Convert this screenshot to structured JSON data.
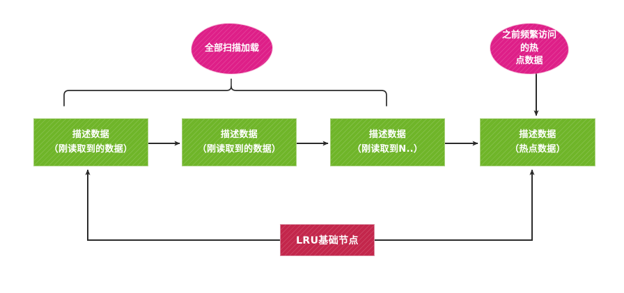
{
  "diagram": {
    "title": "LRU cache node flow",
    "colors": {
      "green": "#6fb529",
      "green_border": "#a9d07e",
      "pink": "#de1f88",
      "crimson": "#c3264b",
      "crimson_border": "#d98fa3",
      "line": "#2a2a2a",
      "background": "#ffffff",
      "text": "#ffffff"
    },
    "annotations": [
      {
        "id": "scan-load",
        "text": "全部扫描加载"
      },
      {
        "id": "hot-data",
        "text_line1": "之前频繁访问的热",
        "text_line2": "点数据"
      }
    ],
    "nodes": [
      {
        "id": "node-1",
        "line1": "描述数据",
        "line2": "（刚读取到的数据）"
      },
      {
        "id": "node-2",
        "line1": "描述数据",
        "line2": "（刚读取到的数据）"
      },
      {
        "id": "node-3",
        "line1": "描述数据",
        "line2": "（刚读取到N..）"
      },
      {
        "id": "node-4",
        "line1": "描述数据",
        "line2": "（热点数据）"
      }
    ],
    "base_node": {
      "id": "lru-base",
      "label": "LRU基础节点"
    },
    "connectors": [
      {
        "id": "brace-scan",
        "kind": "curly-brace",
        "from": "node-1..node-3",
        "to": "scan-load"
      },
      {
        "id": "arrow-hot-to-node4",
        "kind": "arrow",
        "from": "hot-data",
        "to": "node-4"
      },
      {
        "id": "arrow-1-2",
        "kind": "arrow",
        "from": "node-1",
        "to": "node-2"
      },
      {
        "id": "arrow-2-3",
        "kind": "arrow",
        "from": "node-2",
        "to": "node-3"
      },
      {
        "id": "arrow-3-4",
        "kind": "arrow",
        "from": "node-3",
        "to": "node-4"
      },
      {
        "id": "arrow-lru-left",
        "kind": "elbow-arrow",
        "from": "lru-base",
        "to": "node-1"
      },
      {
        "id": "arrow-lru-right",
        "kind": "elbow-arrow",
        "from": "lru-base",
        "to": "node-4"
      }
    ]
  }
}
